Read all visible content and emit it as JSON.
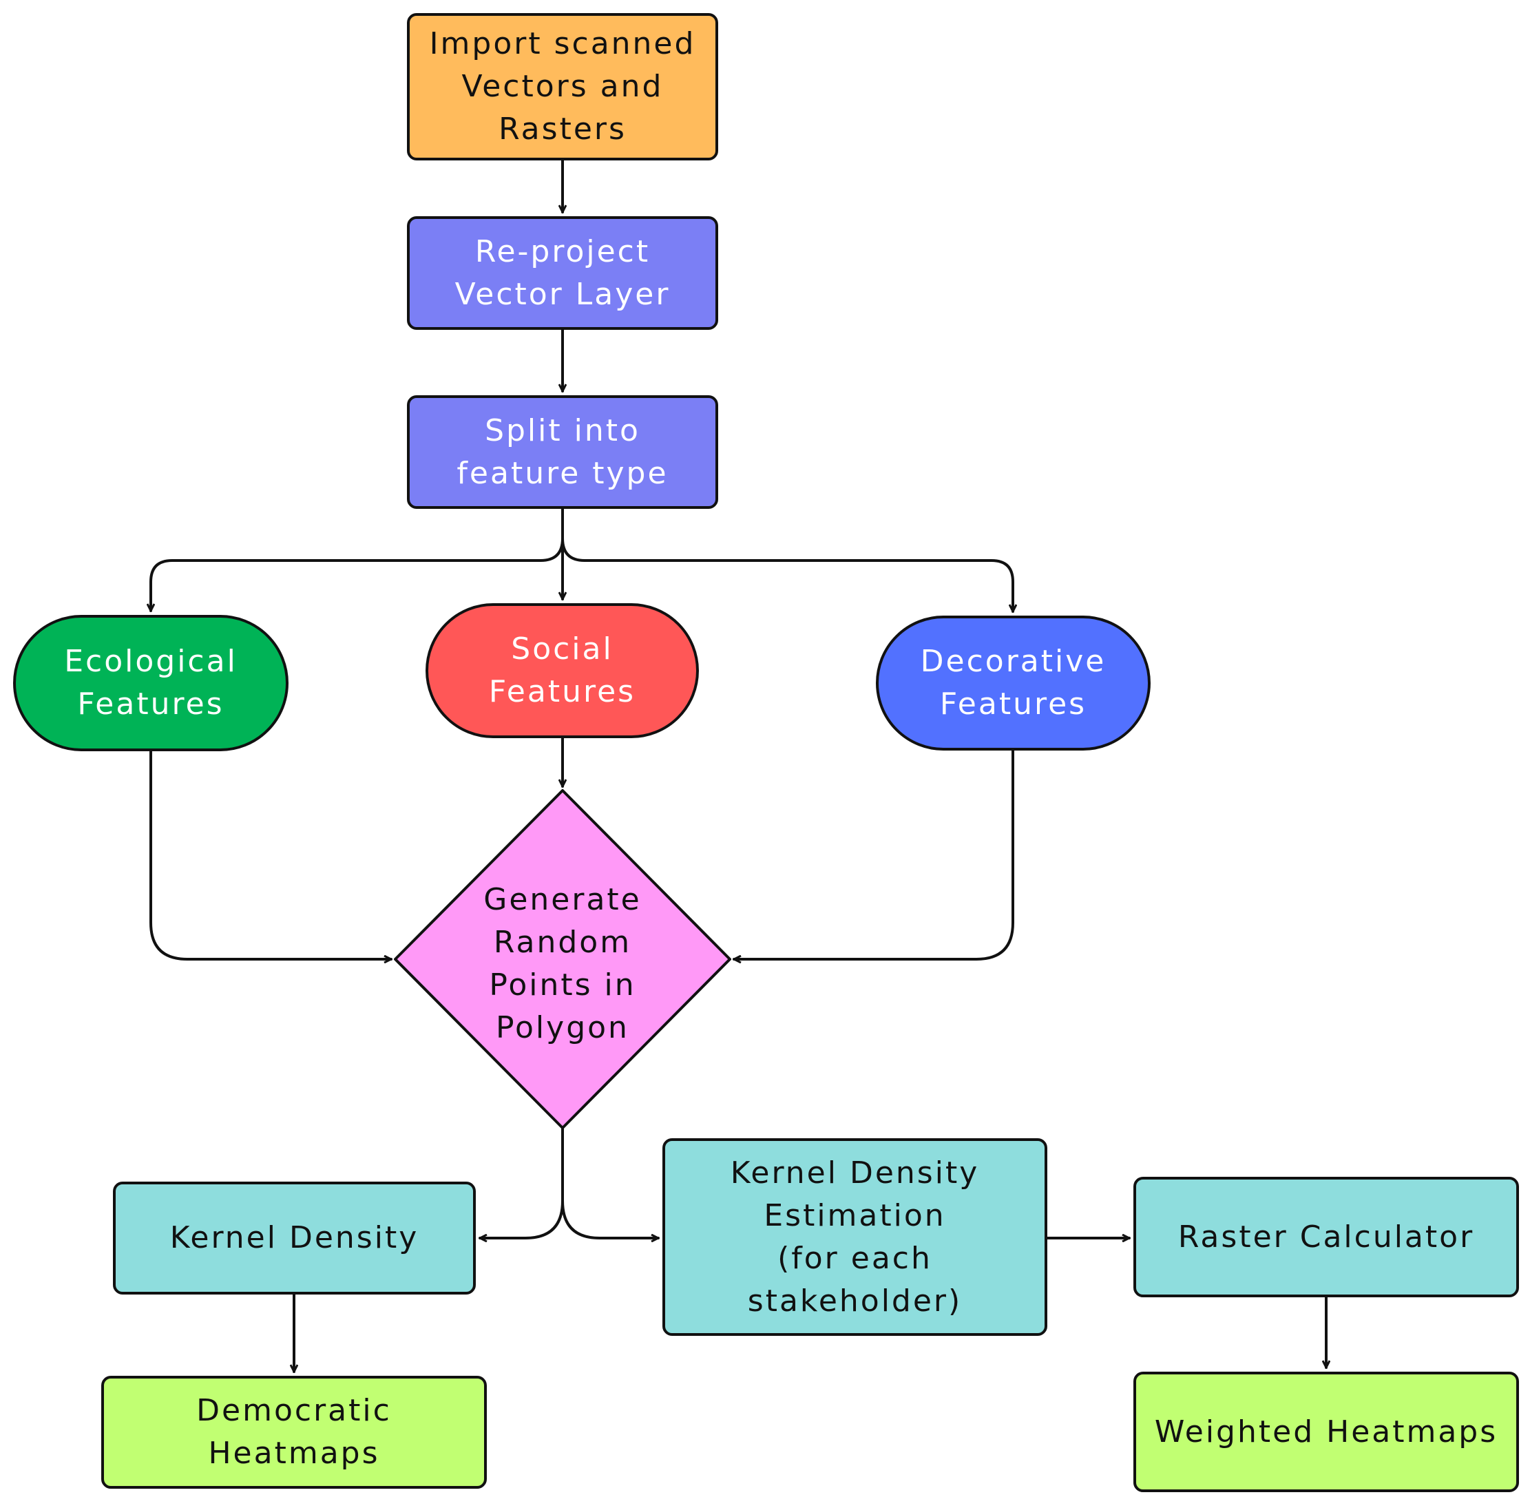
{
  "colors": {
    "import": "#FFBB5C",
    "process": "#7B7FF5",
    "ecological": "#00B356",
    "social": "#FF5757",
    "decorative": "#5271FF",
    "generate": "#FF99F7",
    "kernel": "#8EDDDD",
    "output": "#C1FF72",
    "stroke": "#111111"
  },
  "nodes": {
    "import": "Import scanned\nVectors and\nRasters",
    "reproject": "Re-project\nVector Layer",
    "split": "Split into\nfeature type",
    "ecological": "Ecological\nFeatures",
    "social": "Social\nFeatures",
    "decorative": "Decorative\nFeatures",
    "generate": "Generate\nRandom\nPoints in\nPolygon",
    "kernel_density": "Kernel Density",
    "kde_each": "Kernel Density\nEstimation\n(for each\nstakeholder)",
    "raster_calculator": "Raster Calculator",
    "democratic": "Democratic\nHeatmaps",
    "weighted": "Weighted Heatmaps"
  }
}
